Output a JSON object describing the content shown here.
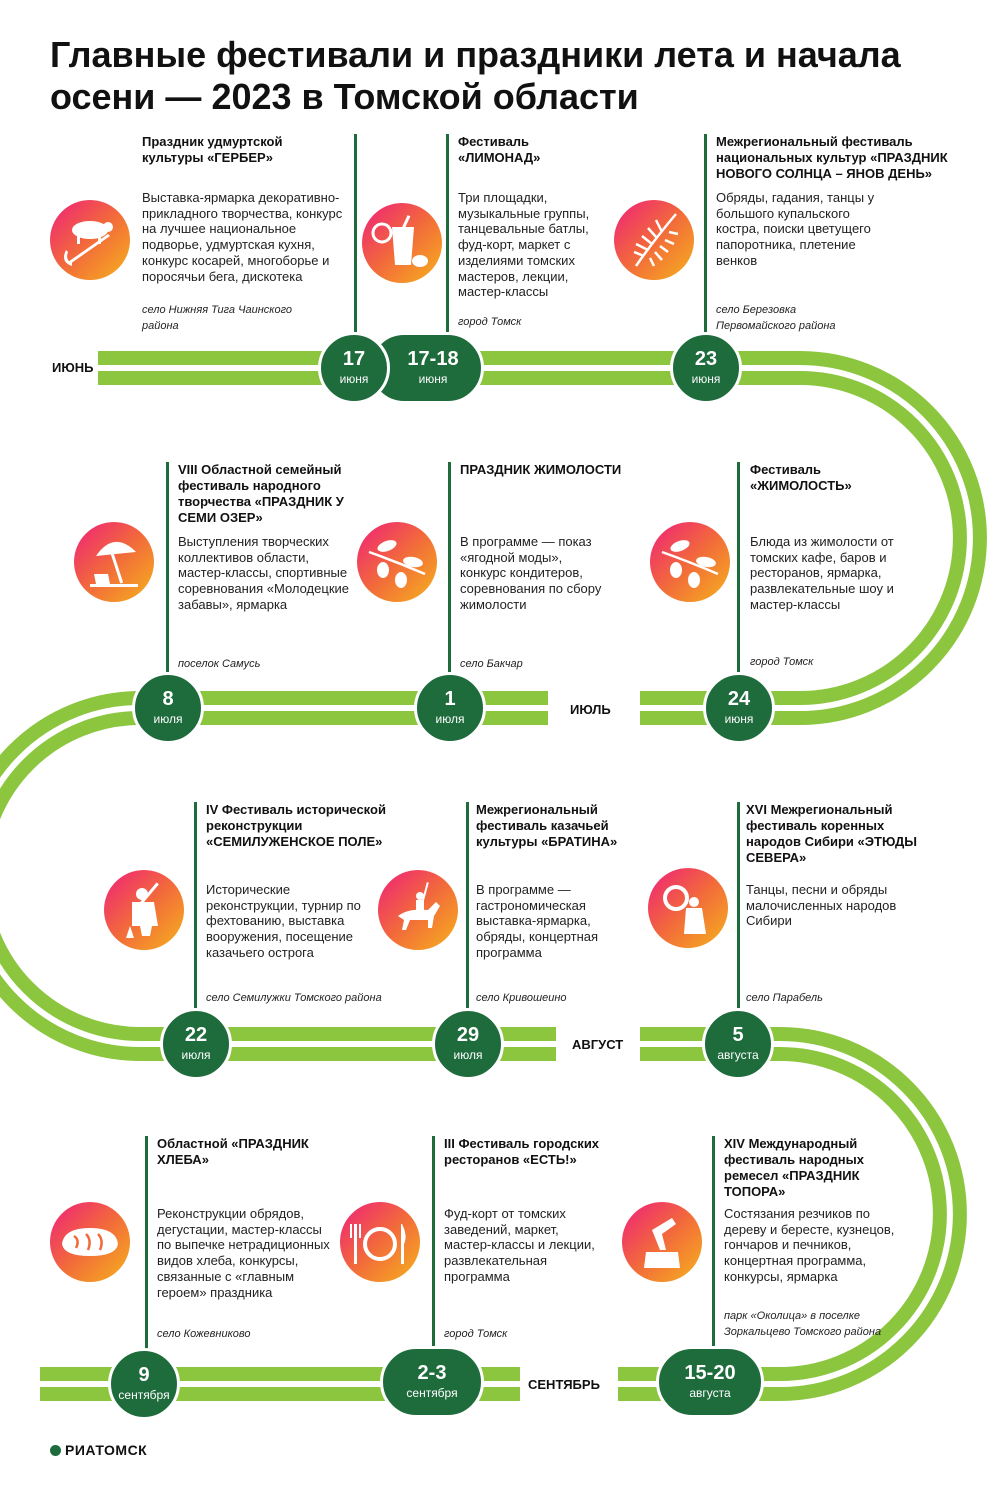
{
  "title": {
    "line1": "Главные фестивали и праздники лета и начала",
    "line2": "осени — 2023 в Томской области"
  },
  "colors": {
    "track_outer": "#8cc63f",
    "track_inner": "#ffffff",
    "date_circle": "#1e6b3c",
    "icon_gradient": [
      "#ef1f7a",
      "#f26a3b",
      "#f6b21c"
    ]
  },
  "months": {
    "june": "ИЮНЬ",
    "july": "ИЮЛЬ",
    "august": "АВГУСТ",
    "september": "СЕНТЯБРЬ"
  },
  "festivals": [
    {
      "icon": "pig-scythe-icon",
      "title": "Праздник удмуртской культуры «ГЕРБЕР»",
      "description": "Выставка-ярмарка декоративно-прикладного творчества, конкурс на лучшее национальное подворье, удмуртская кухня, конкурс косарей, многоборье и поросячьи бега, дискотека",
      "location": "село Нижняя Тига Чаинского района",
      "date_day": "17",
      "date_month": "июня"
    },
    {
      "icon": "lemonade-icon",
      "title": "Фестиваль «ЛИМОНАД»",
      "description": "Три площадки, музыкальные группы, танцевальные батлы, фуд-корт, маркет с изделиями томских мастеров, лекции, мастер-классы",
      "location": "город Томск",
      "date_day": "17-18",
      "date_month": "июня"
    },
    {
      "icon": "fern-icon",
      "title": "Межрегиональный фестиваль национальных культур «ПРАЗДНИК НОВОГО СОЛНЦА – ЯНОВ ДЕНЬ»",
      "description": "Обряды, гадания, танцы у большого купальского костра, поиски цветущего папоротника, плетение венков",
      "location": "село Березовка Первомайского района",
      "date_day": "23",
      "date_month": "июня"
    },
    {
      "icon": "beach-umbrella-icon",
      "title": "VIII Областной семейный фестиваль народного творчества «ПРАЗДНИК У СЕМИ ОЗЕР»",
      "description": "Выступления творческих коллективов области, мастер-классы, спортивные соревнования «Молодецкие забавы», ярмарка",
      "location": "поселок Самусь",
      "date_day": "8",
      "date_month": "июля"
    },
    {
      "icon": "honeysuckle-icon",
      "title": "ПРАЗДНИК ЖИМОЛОСТИ",
      "description": "В программе — показ «ягодной моды», конкурс кондитеров, соревнования по сбору жимолости",
      "location": "село Бакчар",
      "date_day": "1",
      "date_month": "июля"
    },
    {
      "icon": "honeysuckle-icon",
      "title": "Фестиваль «ЖИМОЛОСТЬ»",
      "description": "Блюда из жимолости от томских кафе, баров и ресторанов, ярмарка, развлекательные шоу и мастер-классы",
      "location": "город Томск",
      "date_day": "24",
      "date_month": "июня"
    },
    {
      "icon": "swordsman-icon",
      "title": "IV Фестиваль исторической реконструкции «СЕМИЛУЖЕНСКОЕ ПОЛЕ»",
      "description": "Исторические реконструкции, турнир по фехтованию, выставка вооружения, посещение казачьего острога",
      "location": "село Семилужки Томского района",
      "date_day": "22",
      "date_month": "июля"
    },
    {
      "icon": "cossack-horse-icon",
      "title": "Межрегиональный фестиваль казачьей культуры «БРАТИНА»",
      "description": "В программе — гастрономическая выставка-ярмарка, обряды, концертная программа",
      "location": "село Кривошеино",
      "date_day": "29",
      "date_month": "июля"
    },
    {
      "icon": "shaman-drum-icon",
      "title": "XVI Межрегиональный фестиваль коренных народов Сибири «ЭТЮДЫ СЕВЕРА»",
      "description": "Танцы, песни и обряды малочисленных народов Сибири",
      "location": "село Парабель",
      "date_day": "5",
      "date_month": "августа"
    },
    {
      "icon": "bread-icon",
      "title": "Областной «ПРАЗДНИК ХЛЕБА»",
      "description": "Реконструкции обрядов, дегустации, мастер-классы по выпечке нетрадиционных видов хлеба, конкурсы, связанные с «главным героем» праздника",
      "location": "село Кожевниково",
      "date_day": "9",
      "date_month": "сентября"
    },
    {
      "icon": "plate-cutlery-icon",
      "title": "III Фестиваль городских ресторанов «ЕСТЬ!»",
      "description": "Фуд-корт от томских заведений, маркет, мастер-классы и лекции, развлекательная программа",
      "location": "город Томск",
      "date_day": "2-3",
      "date_month": "сентября"
    },
    {
      "icon": "axe-stump-icon",
      "title": "XIV Международный фестиваль народных ремесел «ПРАЗДНИК ТОПОРА»",
      "description": "Состязания резчиков по дереву и бересте, кузнецов, гончаров и печников, концертная программа, конкурсы, ярмарка",
      "location": "парк «Околица» в поселке Зоркальцево Томского района",
      "date_day": "15-20",
      "date_month": "августа"
    }
  ],
  "logo": "РИАТОМСК"
}
